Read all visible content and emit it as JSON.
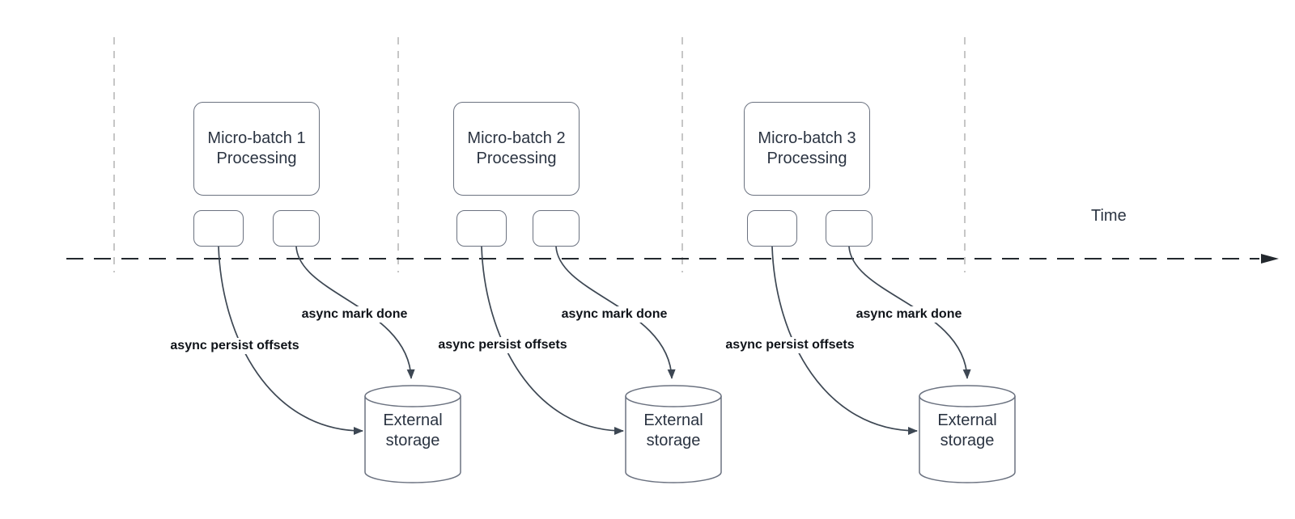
{
  "diagram": {
    "time_label": "Time",
    "batches": [
      {
        "title_line1": "Micro-batch 1",
        "title_line2": "Processing",
        "persist_label": "async persist offsets",
        "done_label": "async mark done",
        "storage_line1": "External",
        "storage_line2": "storage"
      },
      {
        "title_line1": "Micro-batch 2",
        "title_line2": "Processing",
        "persist_label": "async persist offsets",
        "done_label": "async mark done",
        "storage_line1": "External",
        "storage_line2": "storage"
      },
      {
        "title_line1": "Micro-batch 3",
        "title_line2": "Processing",
        "persist_label": "async persist offsets",
        "done_label": "async mark done",
        "storage_line1": "External",
        "storage_line2": "storage"
      }
    ],
    "colors": {
      "shape_stroke": "#6b7280",
      "arrow_stroke": "#3d4753",
      "guide_line": "#b3b3b3",
      "time_axis": "#23282e",
      "text": "#2b3442",
      "label_text": "#0f1319"
    }
  }
}
